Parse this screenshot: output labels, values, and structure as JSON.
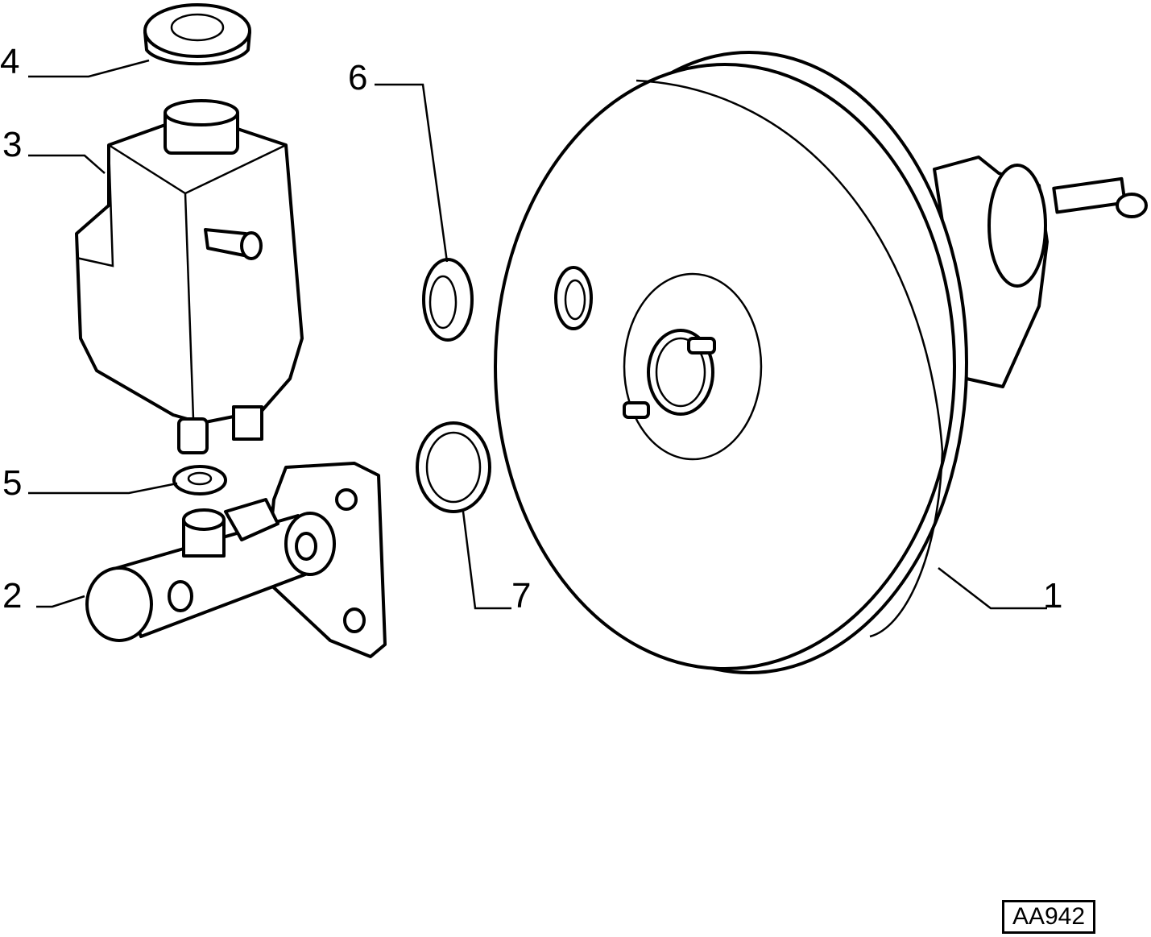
{
  "callouts": {
    "c1": "1",
    "c2": "2",
    "c3": "3",
    "c4": "4",
    "c5": "5",
    "c6": "6",
    "c7": "7"
  },
  "reference_code": "AA942"
}
